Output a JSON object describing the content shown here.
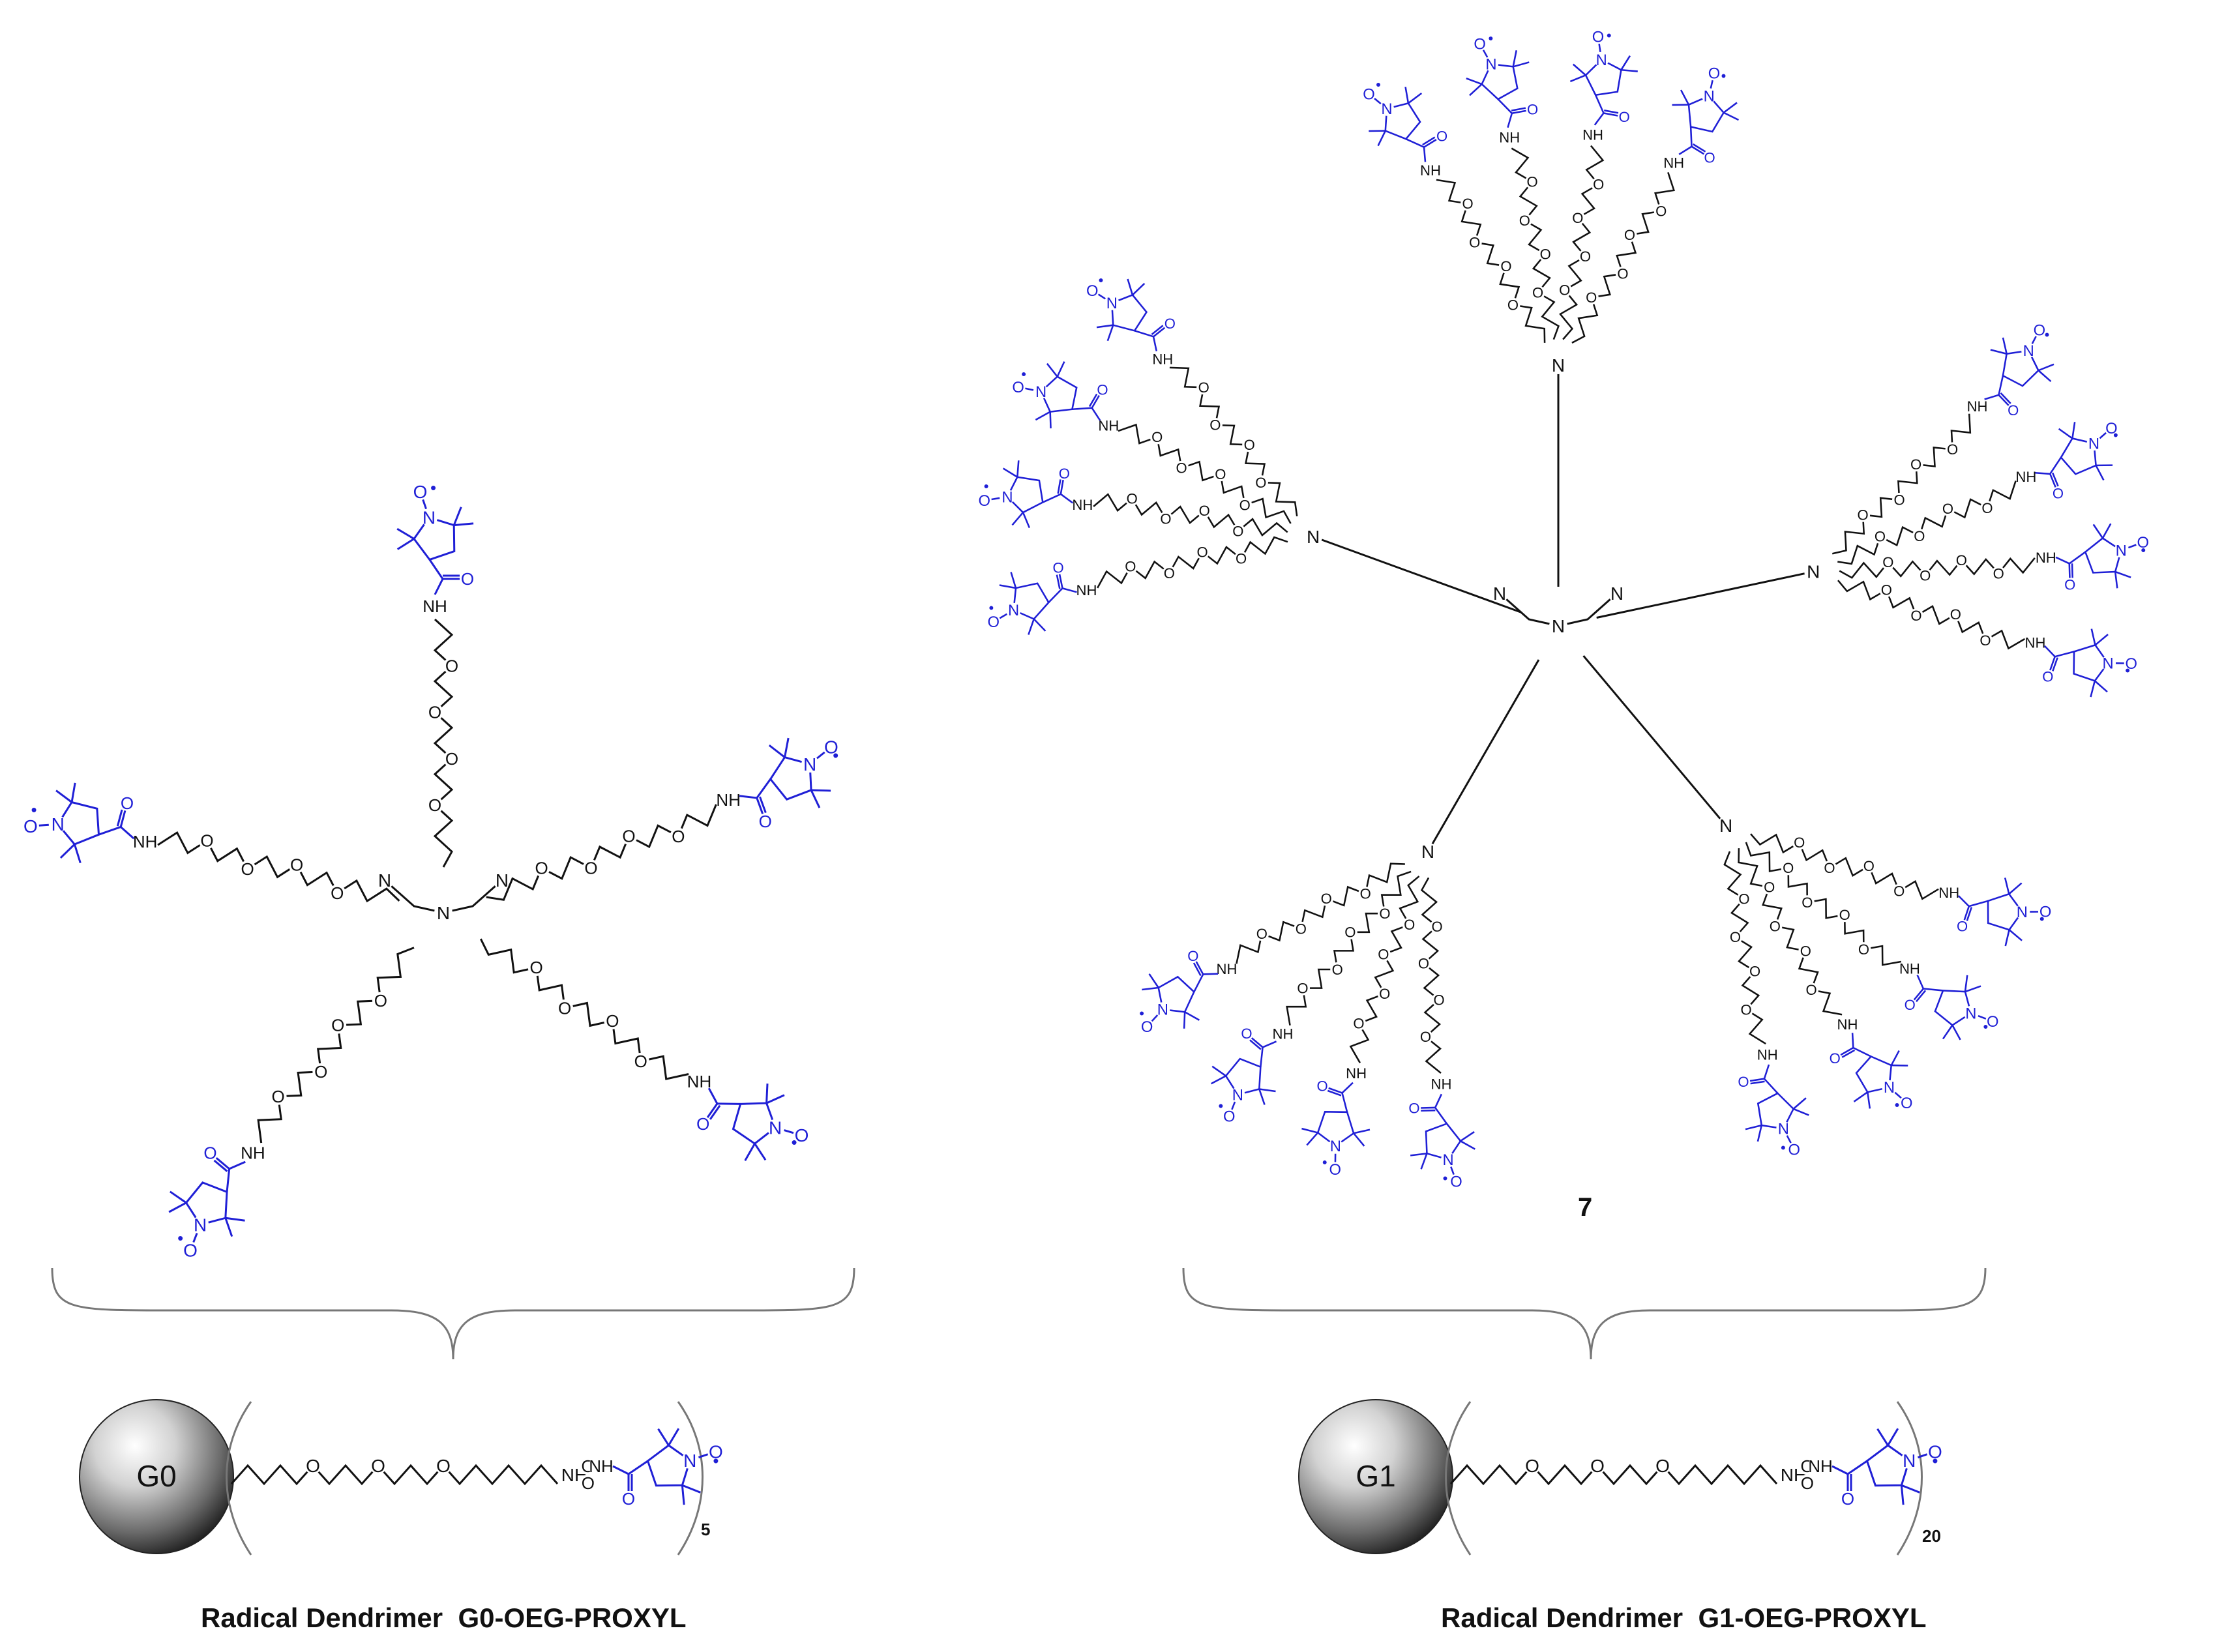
{
  "colors": {
    "backbone": "#111111",
    "radical": "#1f1fd6",
    "brace": "#777777"
  },
  "atoms": {
    "n": "N",
    "nh": "NH",
    "o": "O",
    "radical_o": "O",
    "radical_dot": "•"
  },
  "compound_number": "7",
  "g0": {
    "sphere_label": "G0",
    "multiplicity": "5",
    "caption": "Radical Dendrimer  G0-OEG-PROXYL"
  },
  "g1": {
    "sphere_label": "G1",
    "multiplicity": "20",
    "caption": "Radical Dendrimer  G1-OEG-PROXYL"
  }
}
